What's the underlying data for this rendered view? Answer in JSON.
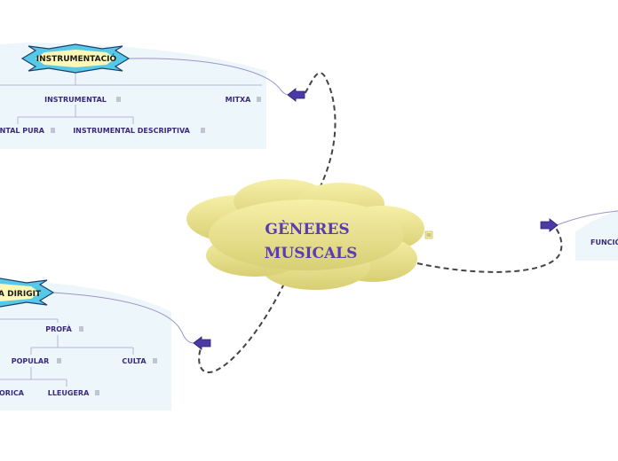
{
  "central_topic": {
    "line1": "GÈNERES",
    "line2": "MUSICALS"
  },
  "branches": {
    "instrumentacio": {
      "title": "INSTRUMENTACIÓ",
      "instrumental": "INSTRUMENTAL",
      "mixta": "MITXA",
      "pura": "INSTRUMENTAL PURA",
      "descriptiva": "INSTRUMENTAL DESCRIPTIVA"
    },
    "publico": {
      "title": "A DIRIGIT",
      "profa": "PROFÀ",
      "popular": "POPULAR",
      "culta": "CULTA",
      "historica": "ORICA",
      "lleugera": "LLEUGERA"
    },
    "funcio": {
      "title": "FUNCIÓ"
    }
  },
  "colors": {
    "cloud": "#ece48f",
    "panel": "#ecf6fb",
    "arrow": "#4b3aa6",
    "star": "#57c9e8"
  },
  "icons": [
    "note-icon",
    "arrow-left-icon",
    "arrow-right-icon"
  ]
}
